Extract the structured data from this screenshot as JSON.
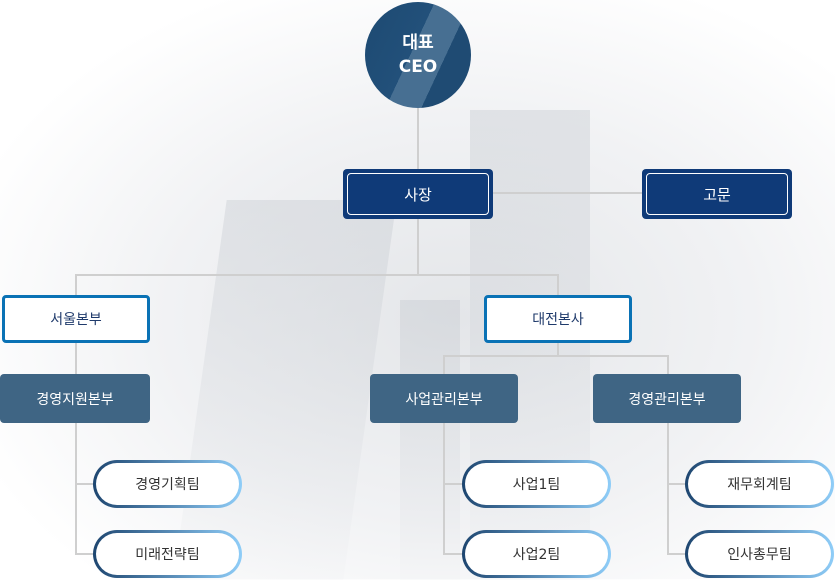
{
  "ceo": {
    "line1": "대표",
    "line2": "CEO"
  },
  "president": "사장",
  "advisor": "고문",
  "headquarters": [
    {
      "label": "서울본부",
      "divisions": [
        {
          "label": "경영지원본부",
          "teams": [
            "경영기획팀",
            "미래전략팀"
          ]
        }
      ]
    },
    {
      "label": "대전본사",
      "divisions": [
        {
          "label": "사업관리본부",
          "teams": [
            "사업1팀",
            "사업2팀"
          ]
        },
        {
          "label": "경영관리본부",
          "teams": [
            "재무회계팀",
            "인사총무팀"
          ]
        }
      ]
    }
  ]
}
